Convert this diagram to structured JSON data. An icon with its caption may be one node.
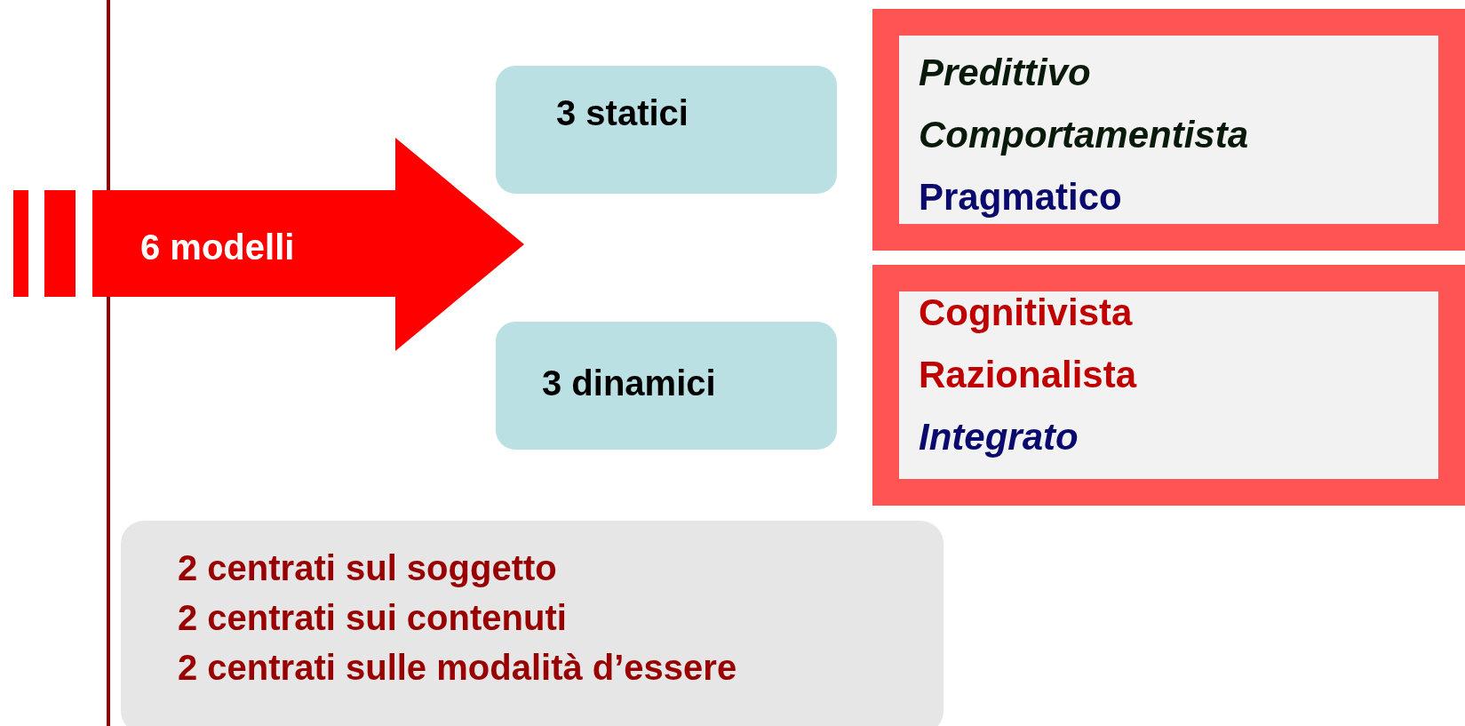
{
  "diagram": {
    "nodes": [
      {
        "text": [
          "6 modelli"
        ]
      },
      {
        "text": [
          "3 statici"
        ]
      },
      {
        "text": [
          "Predittivo",
          "Comportamentista",
          "Pragmatico"
        ]
      },
      {
        "text": [
          "3 dinamici"
        ]
      },
      {
        "text": [
          "Cognitivista",
          "Razionalista",
          "Integrato"
        ]
      },
      {
        "text": [
          "2 centrati sul soggetto",
          "2 centrati sui contenuti",
          "2 centrati sulle modalità d’essere"
        ]
      }
    ]
  }
}
